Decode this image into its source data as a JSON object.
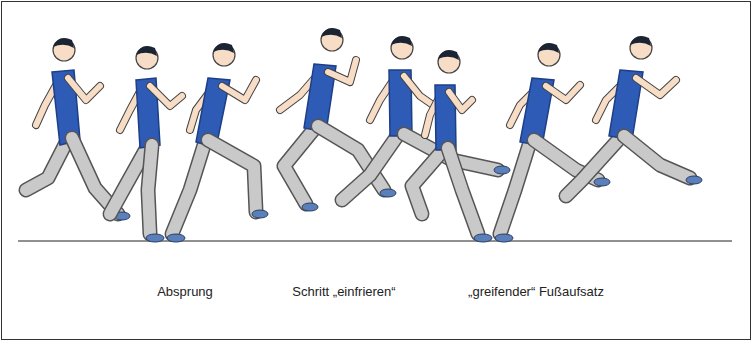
{
  "diagram": {
    "labels": [
      "Absprung",
      "Schritt „einfrieren“",
      "„greifender“ Fußaufsatz"
    ]
  }
}
